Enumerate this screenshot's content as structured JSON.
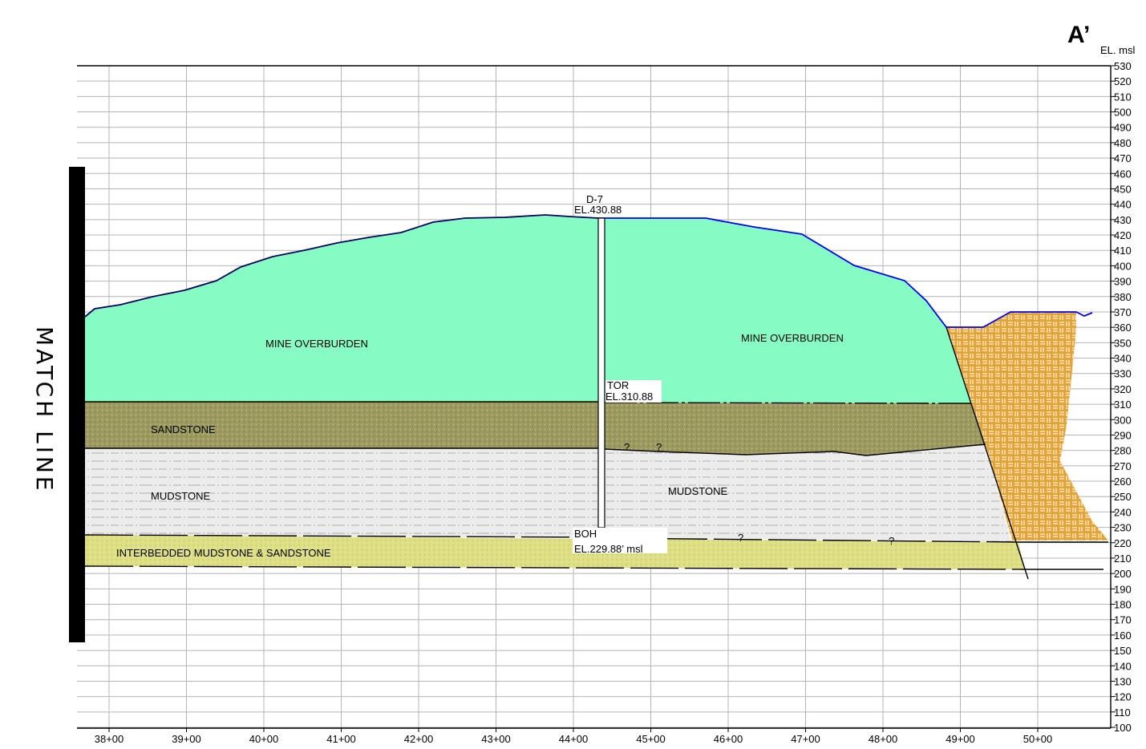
{
  "section_label": "A’",
  "elevation_unit": "EL. msl",
  "match_line": "MATCH LINE",
  "boring": {
    "name": "D-7",
    "top_elevation": "EL.430.88",
    "tor_label": "TOR",
    "tor_elevation": "EL.310.88",
    "boh_label": "BOH",
    "boh_elevation": "EL.229.88’ msl"
  },
  "units": [
    {
      "id": "overburden-left",
      "label": "MINE OVERBURDEN"
    },
    {
      "id": "overburden-right",
      "label": "MINE OVERBURDEN"
    },
    {
      "id": "sandstone",
      "label": "SANDSTONE"
    },
    {
      "id": "mudstone-left",
      "label": "MUDSTONE"
    },
    {
      "id": "mudstone-right",
      "label": "MUDSTONE"
    },
    {
      "id": "interbedded",
      "label": "INTERBEDDED MUDSTONE & SANDSTONE"
    }
  ],
  "uncertain_marker": "?",
  "stations": [
    "38+00",
    "39+00",
    "40+00",
    "41+00",
    "42+00",
    "43+00",
    "44+00",
    "45+00",
    "46+00",
    "47+00",
    "48+00",
    "49+00",
    "50+00"
  ],
  "elevations": [
    530,
    520,
    510,
    500,
    490,
    480,
    470,
    460,
    450,
    440,
    430,
    420,
    410,
    400,
    390,
    380,
    370,
    360,
    350,
    340,
    330,
    320,
    310,
    300,
    290,
    280,
    270,
    260,
    250,
    240,
    230,
    220,
    210,
    200,
    190,
    180,
    170,
    160,
    150,
    140,
    130,
    120,
    110,
    100
  ],
  "colors": {
    "overburden": "#86fcc4",
    "sandstone": "#9c9a5e",
    "mudstone": "#ececec",
    "interbedded": "#dede84",
    "fill_hatch": "#e2a43a",
    "ground_line": "#0000ee",
    "grid": "#b4b4b4"
  }
}
